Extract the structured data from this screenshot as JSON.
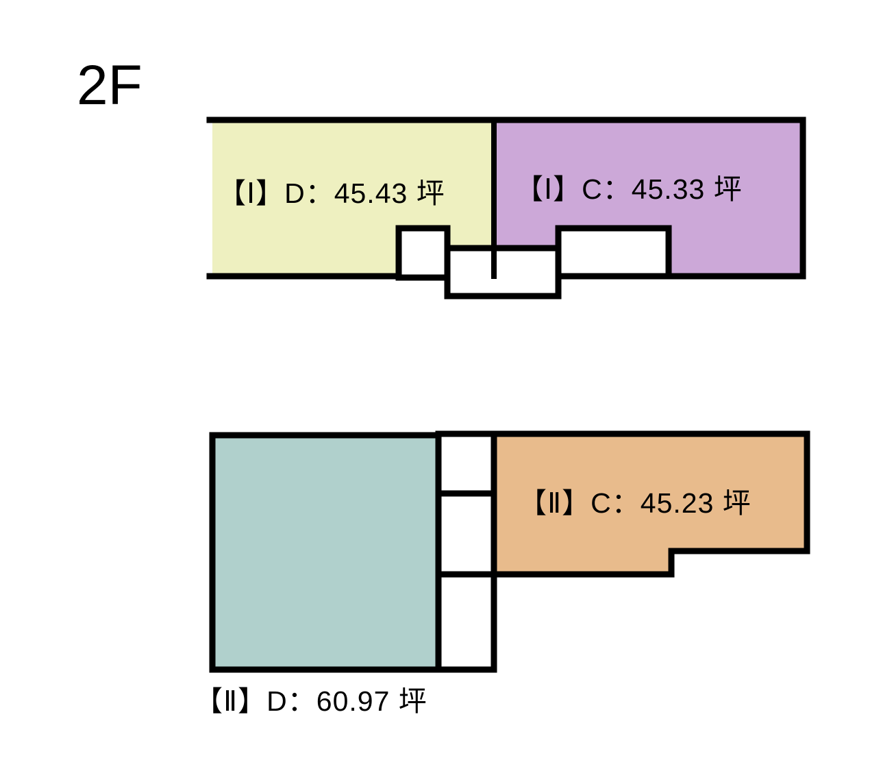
{
  "page": {
    "title": "2F",
    "background_color": "#ffffff",
    "wall_color": "#000000"
  },
  "floors": [
    {
      "name": "upper-plan",
      "units": [
        {
          "id": "unit-1d",
          "label": "【Ⅰ】D：45.43 坪",
          "block": "Ⅰ",
          "unit_code": "D",
          "area_value": "45.43",
          "area_unit": "坪",
          "color": "#eef0c0"
        },
        {
          "id": "unit-1c",
          "label": "【Ⅰ】C：45.33 坪",
          "block": "Ⅰ",
          "unit_code": "C",
          "area_value": "45.33",
          "area_unit": "坪",
          "color": "#cca8d8"
        }
      ]
    },
    {
      "name": "lower-plan",
      "units": [
        {
          "id": "unit-2d",
          "label": "【Ⅱ】D：60.97 坪",
          "block": "Ⅱ",
          "unit_code": "D",
          "area_value": "60.97",
          "area_unit": "坪",
          "color": "#b0d0cc"
        },
        {
          "id": "unit-2c",
          "label": "【Ⅱ】C：45.23 坪",
          "block": "Ⅱ",
          "unit_code": "C",
          "area_value": "45.23",
          "area_unit": "坪",
          "color": "#e8bb8c"
        }
      ]
    }
  ]
}
